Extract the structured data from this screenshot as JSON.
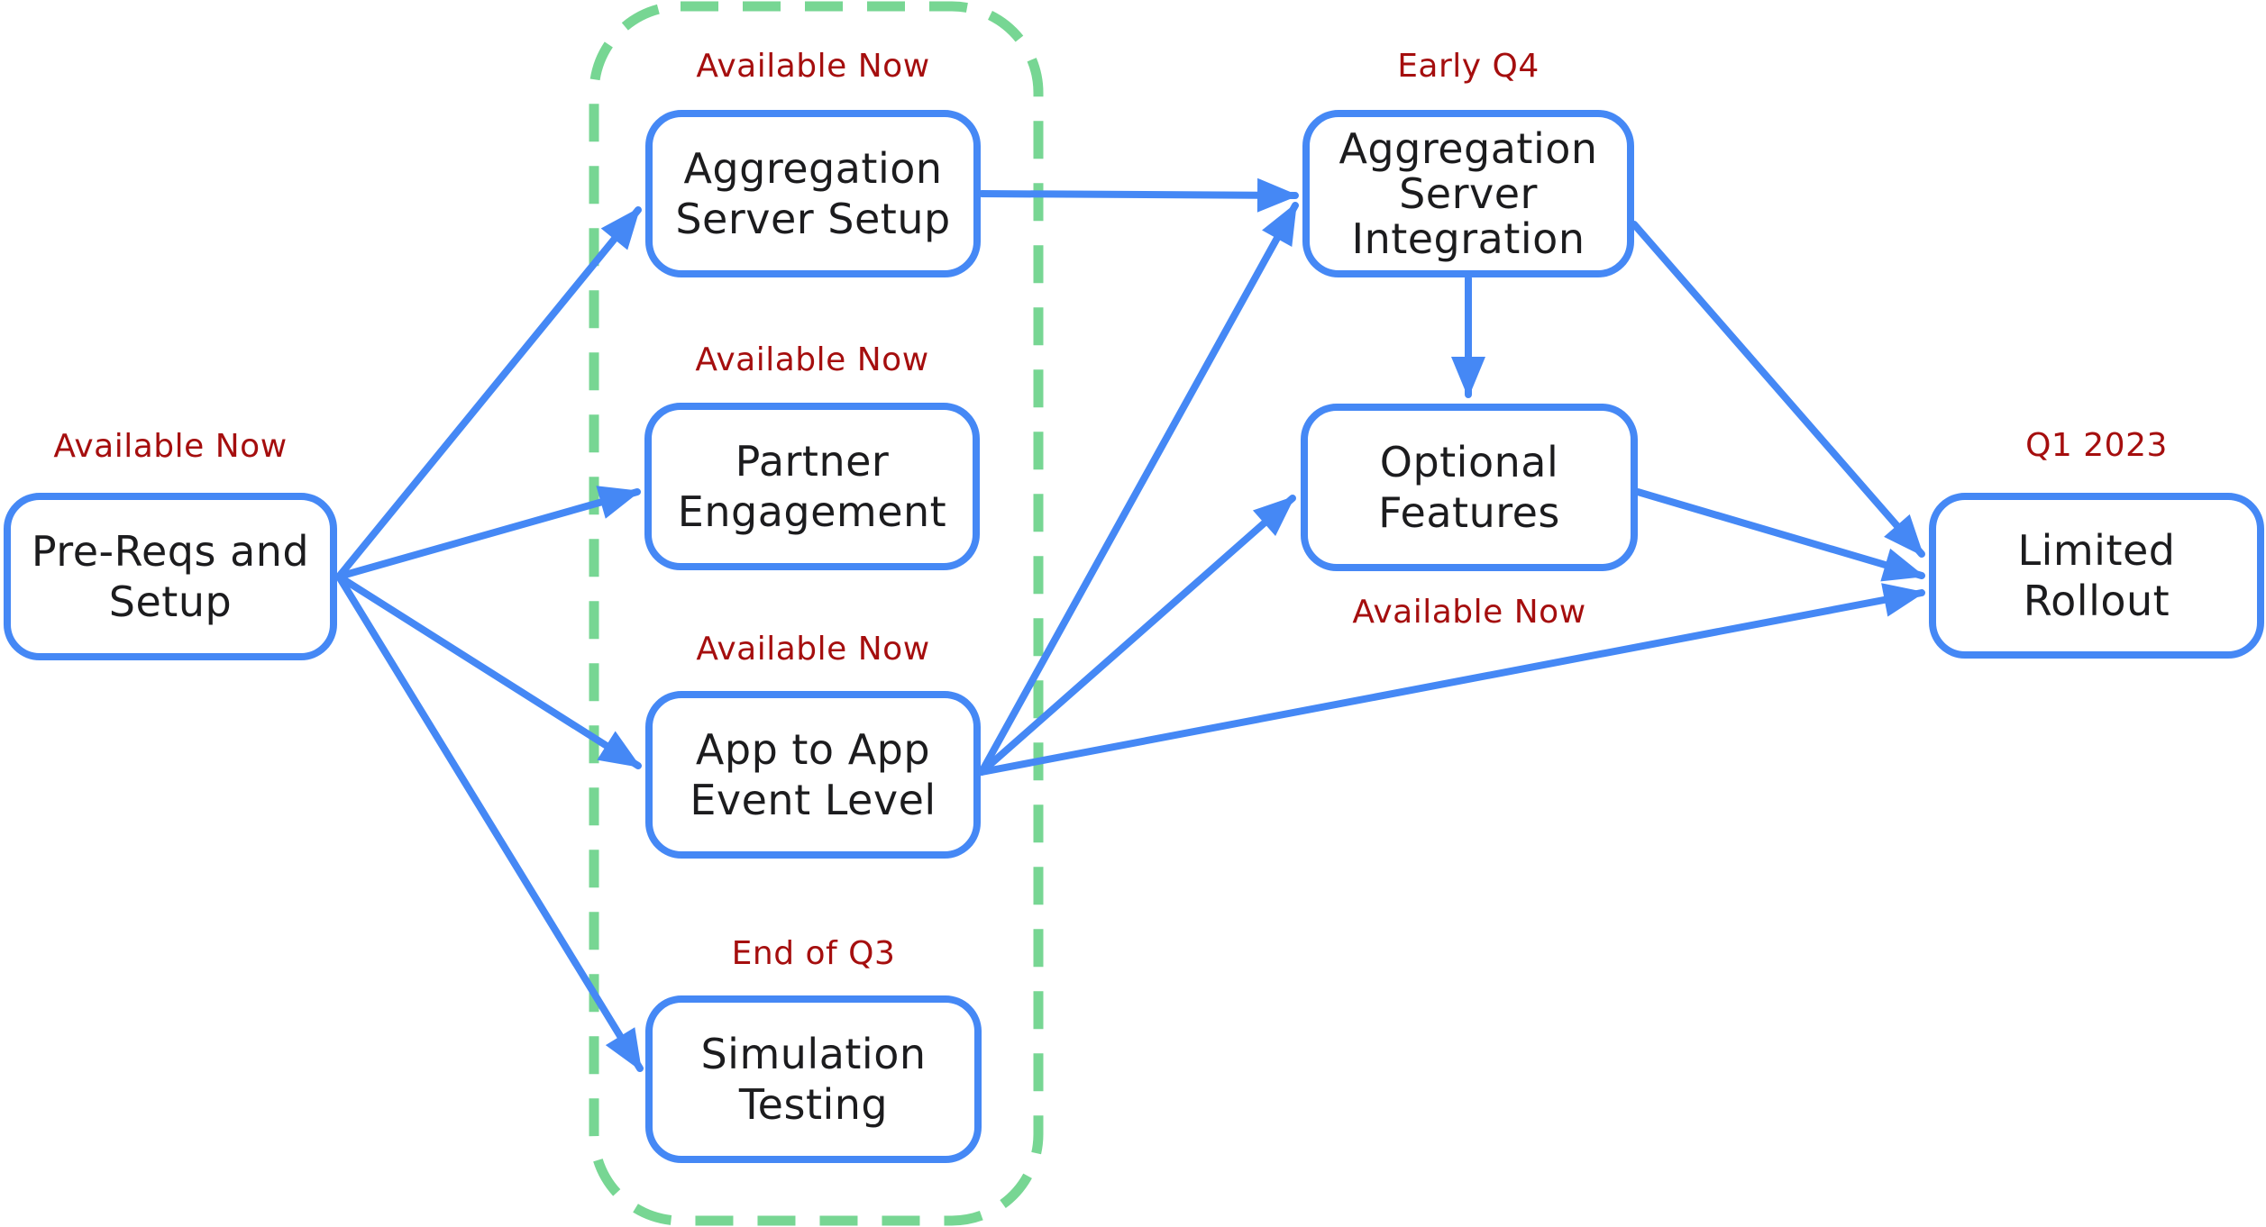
{
  "diagram": {
    "type": "flowchart-roadmap",
    "colors": {
      "node_border": "#4588F5",
      "arrow": "#4588F5",
      "status_text": "#A50E0E",
      "group_outline": "#77D693",
      "node_text": "#1c1c1e",
      "background": "#ffffff"
    },
    "nodes": [
      {
        "id": "pre-reqs-and-setup",
        "label": "Pre-Reqs and\nSetup",
        "status": "Available Now",
        "status_position": "above"
      },
      {
        "id": "aggregation-server-setup",
        "label": "Aggregation\nServer Setup",
        "status": "Available Now",
        "status_position": "above"
      },
      {
        "id": "partner-engagement",
        "label": "Partner\nEngagement",
        "status": "Available Now",
        "status_position": "above"
      },
      {
        "id": "app-to-app-event-level",
        "label": "App to App\nEvent Level",
        "status": "Available Now",
        "status_position": "above"
      },
      {
        "id": "simulation-testing",
        "label": "Simulation\nTesting",
        "status": "End of Q3",
        "status_position": "above"
      },
      {
        "id": "aggregation-server-integration",
        "label": "Aggregation\nServer\nIntegration",
        "status": "Early Q4",
        "status_position": "above"
      },
      {
        "id": "optional-features",
        "label": "Optional\nFeatures",
        "status": "Available Now",
        "status_position": "below"
      },
      {
        "id": "limited-rollout",
        "label": "Limited\nRollout",
        "status": "Q1 2023",
        "status_position": "above"
      }
    ],
    "group": {
      "style": "green-dashed-outline",
      "members": [
        "aggregation-server-setup",
        "partner-engagement",
        "app-to-app-event-level",
        "simulation-testing"
      ]
    },
    "edges": [
      {
        "from": "pre-reqs-and-setup",
        "to": "aggregation-server-setup"
      },
      {
        "from": "pre-reqs-and-setup",
        "to": "partner-engagement"
      },
      {
        "from": "pre-reqs-and-setup",
        "to": "app-to-app-event-level"
      },
      {
        "from": "pre-reqs-and-setup",
        "to": "simulation-testing"
      },
      {
        "from": "aggregation-server-setup",
        "to": "aggregation-server-integration"
      },
      {
        "from": "app-to-app-event-level",
        "to": "aggregation-server-integration"
      },
      {
        "from": "app-to-app-event-level",
        "to": "optional-features"
      },
      {
        "from": "app-to-app-event-level",
        "to": "limited-rollout"
      },
      {
        "from": "aggregation-server-integration",
        "to": "optional-features"
      },
      {
        "from": "aggregation-server-integration",
        "to": "limited-rollout"
      },
      {
        "from": "optional-features",
        "to": "limited-rollout"
      }
    ]
  }
}
